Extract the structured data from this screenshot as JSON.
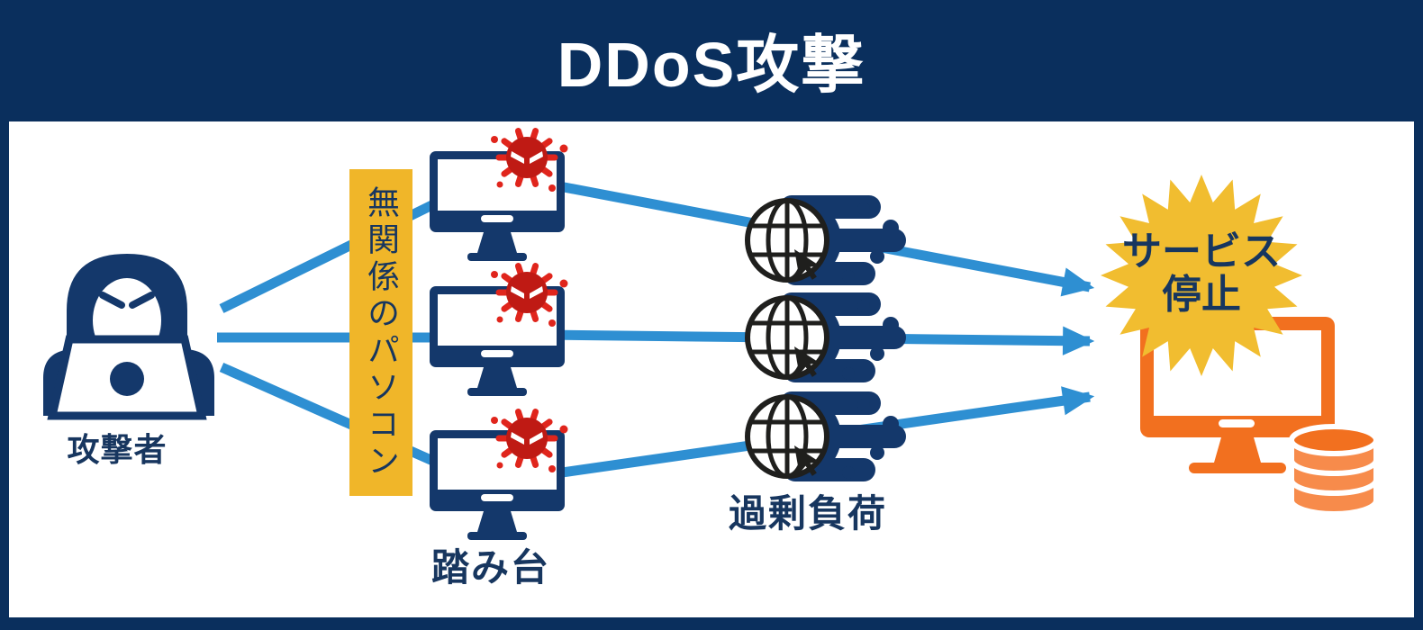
{
  "title": "DDoS攻撃",
  "diagram": {
    "attacker": {
      "label": "攻撃者",
      "icon": "hooded-hacker-with-laptop"
    },
    "stepping_stones": {
      "banner": "無関係のパソコン",
      "label": "踏み台",
      "pc_count": 3,
      "icons": [
        "pc-monitor",
        "virus"
      ]
    },
    "overload": {
      "label": "過剰負荷",
      "globe_count": 3,
      "icon": "globe-with-speed-trail-and-cursor"
    },
    "target": {
      "label": "サービス停止",
      "label_line1": "サービス",
      "label_line2": "停止",
      "icons": [
        "orange-monitor",
        "database"
      ]
    },
    "arrows": {
      "attacker_to_pcs": 3,
      "pcs_to_target": 3
    }
  },
  "colors": {
    "background_navy": "#0a2f5d",
    "icon_navy": "#14386b",
    "arrow_blue": "#2e8fd2",
    "banner_yellow": "#f0b629",
    "starburst_yellow": "#f1bd30",
    "virus_spike_red": "#e0251c",
    "virus_body_red": "#bf1a14",
    "target_orange": "#f2701f",
    "database_orange": "#f78b4b",
    "text_navy": "#17365f",
    "title_white": "#ffffff"
  }
}
